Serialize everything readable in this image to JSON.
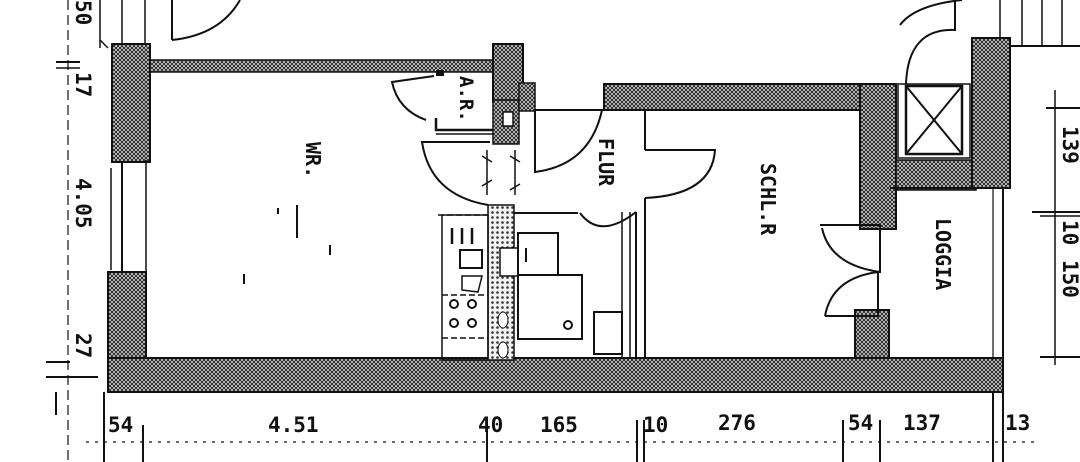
{
  "plan": {
    "type": "floor-plan",
    "rooms": [
      {
        "id": "wr",
        "label": "WR."
      },
      {
        "id": "ar",
        "label": "A.R."
      },
      {
        "id": "flur",
        "label": "FLUR"
      },
      {
        "id": "schlr",
        "label": "SCHL.R"
      },
      {
        "id": "loggia",
        "label": "LOGGIA"
      }
    ],
    "dims_bottom": [
      {
        "label": "54"
      },
      {
        "label": "4.51"
      },
      {
        "label": "40"
      },
      {
        "label": "165"
      },
      {
        "label": "10"
      },
      {
        "label": "276"
      },
      {
        "label": "54"
      },
      {
        "label": "137"
      },
      {
        "label": "13"
      }
    ],
    "dims_left": [
      {
        "label": "50"
      },
      {
        "label": "17"
      },
      {
        "label": "4.05"
      },
      {
        "label": "27"
      }
    ],
    "dims_right": [
      {
        "label": "139"
      },
      {
        "label": "10"
      },
      {
        "label": "150"
      }
    ],
    "colors": {
      "ink": "#111111",
      "wall_hatch": "#555555",
      "paper": "#ffffff"
    }
  }
}
